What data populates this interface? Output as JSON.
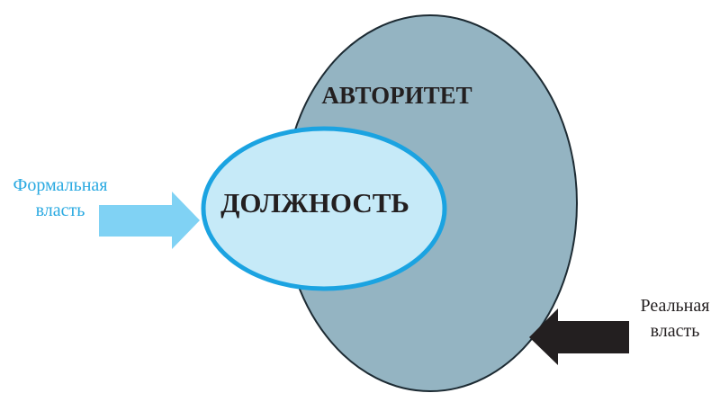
{
  "authority": {
    "label": "АВТОРИТЕТ"
  },
  "position": {
    "label": "ДОЛЖНОСТЬ"
  },
  "formal_power": {
    "line1": "Формальная",
    "line2": "власть"
  },
  "real_power": {
    "line1": "Реальная",
    "line2": "власть"
  },
  "colors": {
    "authority_fill": "#94b4c2",
    "authority_stroke": "#1d2b33",
    "position_fill": "#c6eaf8",
    "position_stroke": "#1ba3e1",
    "formal_arrow": "#80d2f4",
    "real_arrow": "#231f20",
    "formal_text": "#29a9e1"
  }
}
